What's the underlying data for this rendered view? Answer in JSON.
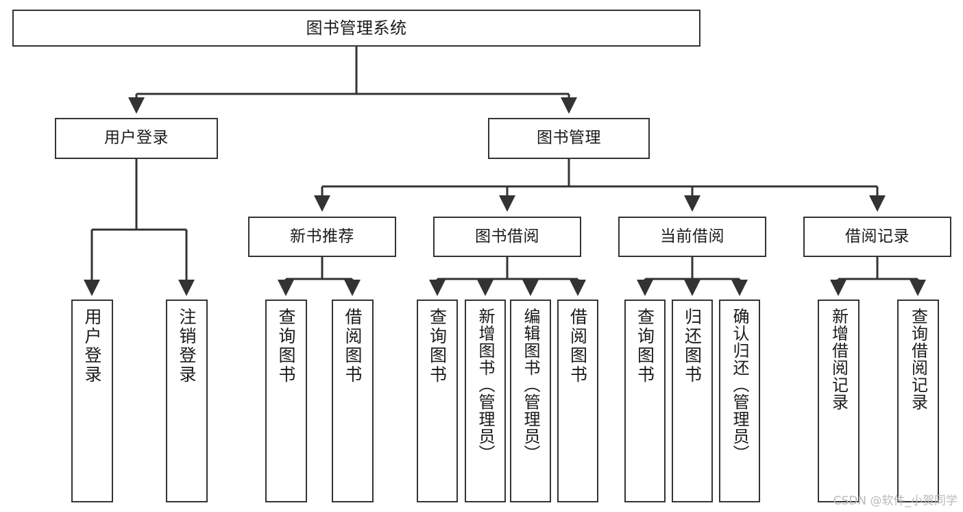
{
  "diagram": {
    "title": "图书管理系统",
    "type": "tree-hierarchy",
    "line_color": "#333333",
    "box_fill": "#ffffff",
    "text_color": "#1a1a1a",
    "root": {
      "label": "图书管理系统"
    },
    "level2": [
      {
        "label": "用户登录"
      },
      {
        "label": "图书管理"
      }
    ],
    "level3": [
      {
        "label": "新书推荐"
      },
      {
        "label": "图书借阅"
      },
      {
        "label": "当前借阅"
      },
      {
        "label": "借阅记录"
      }
    ],
    "leaves": {
      "user_login": [
        {
          "label": "用户登录"
        },
        {
          "label": "注销登录"
        }
      ],
      "new_book_recommend": [
        {
          "label": "查询图书"
        },
        {
          "label": "借阅图书"
        }
      ],
      "book_borrow": [
        {
          "label": "查询图书"
        },
        {
          "label": "新增图书（管理员）"
        },
        {
          "label": "编辑图书（管理员）"
        },
        {
          "label": "借阅图书"
        }
      ],
      "current_borrow": [
        {
          "label": "查询图书"
        },
        {
          "label": "归还图书"
        },
        {
          "label": "确认归还（管理员）"
        }
      ],
      "borrow_record": [
        {
          "label": "新增借阅记录"
        },
        {
          "label": "查询借阅记录"
        }
      ]
    }
  },
  "watermark": {
    "text": "CSDN @软件_小贺同学"
  }
}
